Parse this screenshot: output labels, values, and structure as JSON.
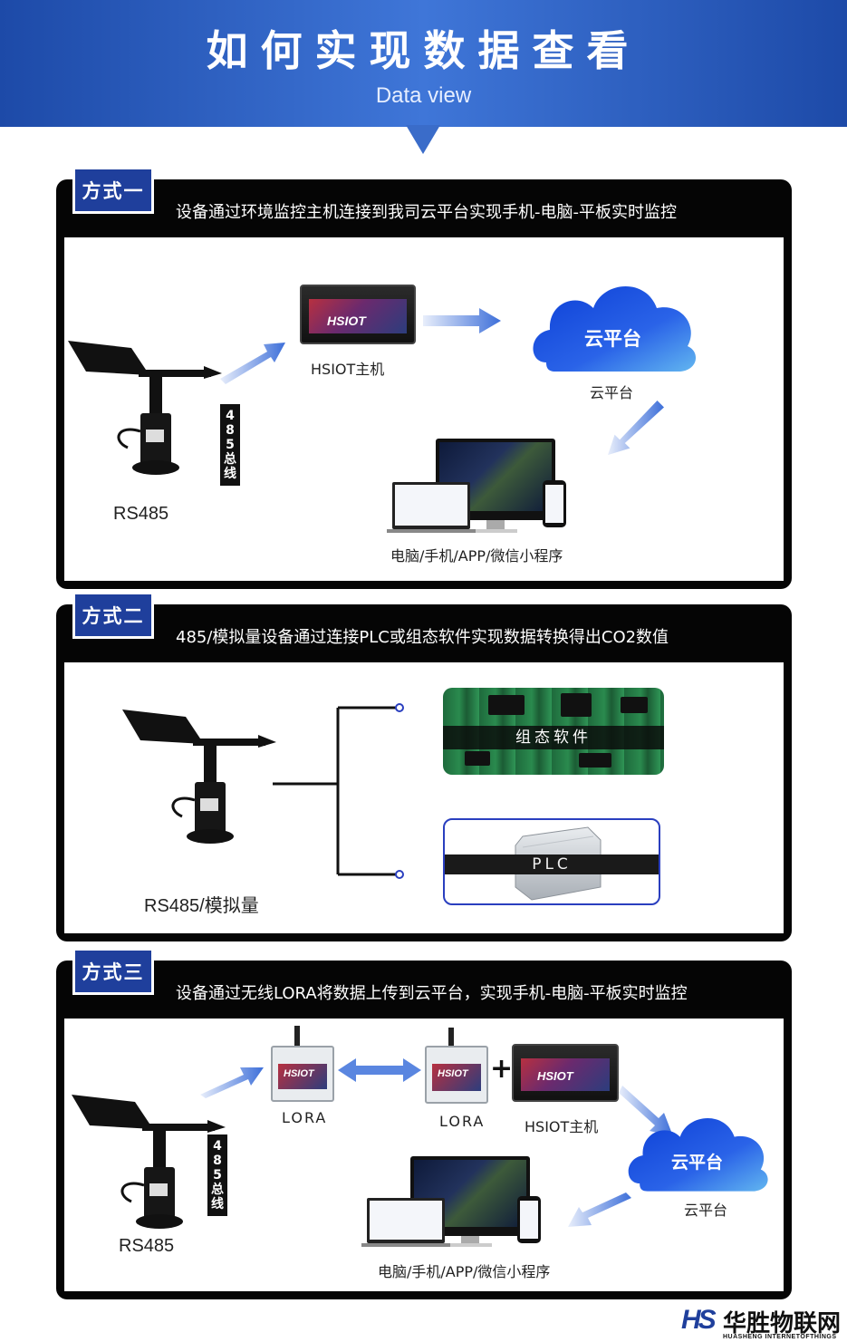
{
  "header": {
    "title": "如何实现数据查看",
    "subtitle": "Data view"
  },
  "colors": {
    "header_blue": "#2f5fc4",
    "badge_blue": "#1f3f9c",
    "cloud_blue": "#1a56e0",
    "section_black": "#050505"
  },
  "method1": {
    "badge": "方式一",
    "description": "设备通过环境监控主机连接到我司云平台实现手机-电脑-平板实时监控",
    "sensor_label": "RS485",
    "bus_label": [
      "4",
      "8",
      "5",
      "总",
      "线"
    ],
    "host_label": "HSIOT主机",
    "host_logo": "HSIOT",
    "cloud_text": "云平台",
    "cloud_label": "云平台",
    "devices_label": "电脑/手机/APP/微信小程序"
  },
  "method2": {
    "badge": "方式二",
    "description": "485/模拟量设备通过连接PLC或组态软件实现数据转换得出CO2数值",
    "sensor_label": "RS485/模拟量",
    "software_label": "组态软件",
    "plc_label": "PLC"
  },
  "method3": {
    "badge": "方式三",
    "description": "设备通过无线LORA将数据上传到云平台，实现手机-电脑-平板实时监控",
    "sensor_label": "RS485",
    "bus_label": [
      "4",
      "8",
      "5",
      "总",
      "线"
    ],
    "lora1_label": "LORA",
    "lora2_label": "LORA",
    "lora_logo": "HSIOT",
    "host_label": "HSIOT主机",
    "host_logo": "HSIOT",
    "plus": "+",
    "cloud_text": "云平台",
    "cloud_label": "云平台",
    "devices_label": "电脑/手机/APP/微信小程序"
  },
  "footer": {
    "logo_mark": "HS",
    "company": "华胜物联网",
    "company_en": "HUASHENG INTERNETOFTHINGS"
  },
  "icons": [
    "wind-vane-icon",
    "arrow-icon",
    "cloud-icon",
    "hsiot-host-icon",
    "lora-module-icon",
    "monitor-icon",
    "laptop-icon",
    "phone-icon",
    "pcb-icon",
    "plc-icon"
  ]
}
